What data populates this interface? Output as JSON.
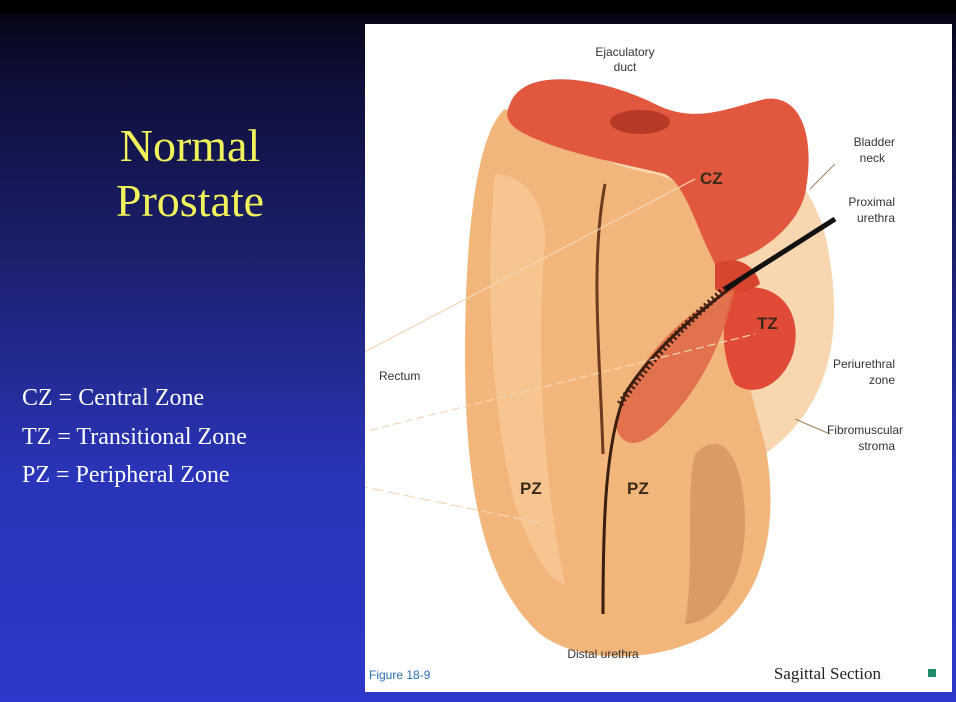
{
  "slide": {
    "title_line1": "Normal",
    "title_line2": "Prostate",
    "legend": [
      "CZ = Central Zone",
      "TZ = Transitional Zone",
      "PZ = Peripheral Zone"
    ]
  },
  "figure": {
    "labels": {
      "ejaculatory_1": "Ejaculatory",
      "ejaculatory_2": "duct",
      "bladder_1": "Bladder",
      "bladder_2": "neck",
      "proximal_1": "Proximal",
      "proximal_2": "urethra",
      "rectum": "Rectum",
      "periurethral_1": "Periurethral",
      "periurethral_2": "zone",
      "fibro_1": "Fibromuscular",
      "fibro_2": "stroma",
      "distal": "Distal urethra"
    },
    "zones": {
      "cz": "CZ",
      "tz": "TZ",
      "pz_left": "PZ",
      "pz_right": "PZ"
    },
    "figure_number": "Figure 18-9",
    "section_caption": "Sagittal Section",
    "colors": {
      "peripheral": "#f3b67a",
      "central": "#e2583e",
      "transitional": "#e04a36",
      "stroma": "#f7d6b0",
      "urethra": "#3a1e10"
    }
  }
}
